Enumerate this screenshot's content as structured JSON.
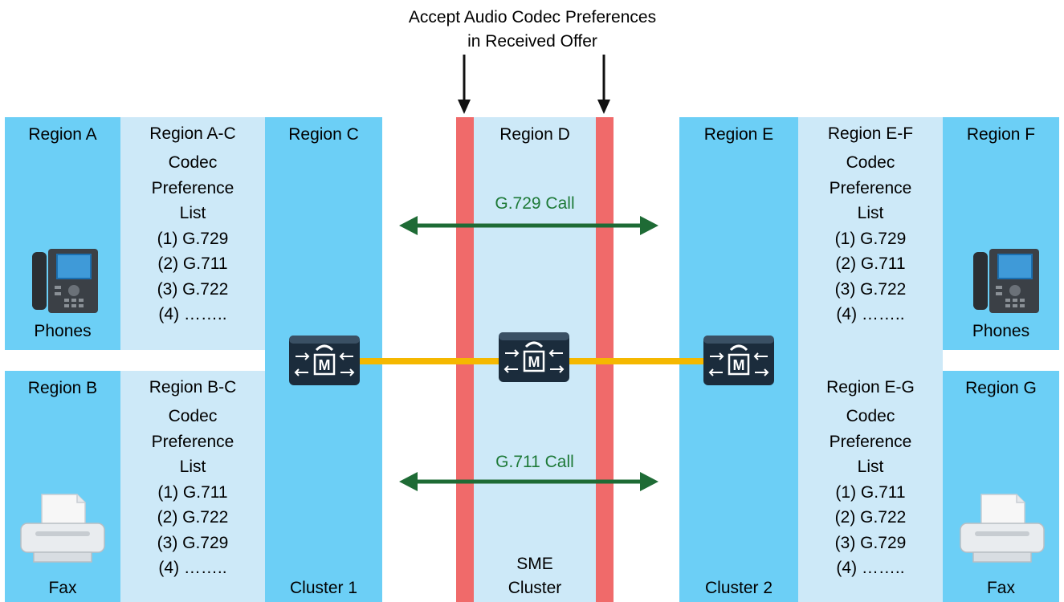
{
  "header": {
    "line1": "Accept Audio Codec Preferences",
    "line2": "in Received Offer"
  },
  "regions": {
    "a": "Region A",
    "b": "Region B",
    "c": "Region C",
    "d": "Region D",
    "e": "Region E",
    "f": "Region F",
    "g": "Region G"
  },
  "pref_lists": {
    "ac": {
      "title": "Region A-C",
      "l2": "Codec",
      "l3": "Preference",
      "l4": "List",
      "items": [
        "(1) G.729",
        "(2) G.711",
        "(3) G.722",
        "(4) …….."
      ]
    },
    "bc": {
      "title": "Region B-C",
      "l2": "Codec",
      "l3": "Preference",
      "l4": "List",
      "items": [
        "(1) G.711",
        "(2) G.722",
        "(3) G.729",
        "(4) …….."
      ]
    },
    "ef": {
      "title": "Region E-F",
      "l2": "Codec",
      "l3": "Preference",
      "l4": "List",
      "items": [
        "(1) G.729",
        "(2) G.711",
        "(3) G.722",
        "(4) …….."
      ]
    },
    "eg": {
      "title": "Region E-G",
      "l2": "Codec",
      "l3": "Preference",
      "l4": "List",
      "items": [
        "(1) G.711",
        "(2) G.722",
        "(3) G.729",
        "(4) …….."
      ]
    }
  },
  "devices": {
    "phones_a": "Phones",
    "phones_f": "Phones",
    "fax_b": "Fax",
    "fax_g": "Fax"
  },
  "clusters": {
    "c1": "Cluster 1",
    "sme_l1": "SME",
    "sme_l2": "Cluster",
    "c2": "Cluster 2"
  },
  "calls": {
    "top": "G.729 Call",
    "bottom": "G.711 Call"
  },
  "colors": {
    "region_dark": "#6ccff6",
    "region_light": "#cde9f8",
    "red_bar": "#f06a6a",
    "trunk": "#f5b800",
    "call_arrow": "#1e6b35"
  },
  "icons": {
    "phone": "ip-phone-icon",
    "fax": "fax-printer-icon",
    "server": "media-server-icon"
  }
}
